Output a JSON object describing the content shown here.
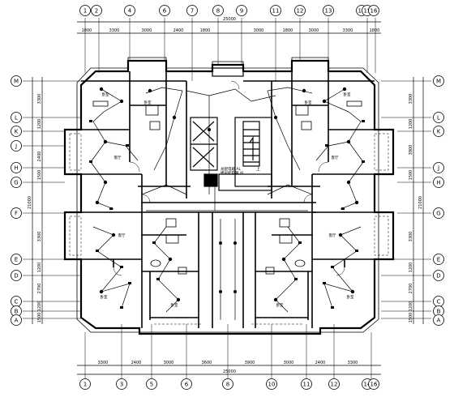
{
  "top_axes": [
    "1",
    "2",
    "4",
    "6",
    "7",
    "8",
    "9",
    "11",
    "12",
    "13",
    "14",
    "15",
    "16"
  ],
  "top_total": "25000",
  "top_dims": [
    "1800",
    "3300",
    "3000",
    "2400",
    "1800",
    "3000",
    "1800",
    "3000",
    "3300",
    "1800"
  ],
  "bottom_axes": [
    "1",
    "3",
    "5",
    "6",
    "8",
    "10",
    "11",
    "12",
    "14",
    "16"
  ],
  "bottom_total": "25000",
  "bottom_dims": [
    "3300",
    "2400",
    "3000",
    "3600",
    "3900",
    "3000",
    "2400",
    "3300"
  ],
  "left_axes": [
    "M",
    "L",
    "K",
    "J",
    "H",
    "G",
    "F",
    "E",
    "D",
    "C",
    "B",
    "A"
  ],
  "left_total": "21000",
  "left_dims": [
    "3300",
    "1200",
    "2400",
    "1500",
    "3300",
    "1200",
    "2700",
    "1200",
    "1500"
  ],
  "right_axes": [
    "M",
    "L",
    "K",
    "J",
    "H",
    "G",
    "E",
    "D",
    "C",
    "B",
    "A"
  ],
  "right_total": "21000",
  "right_dims": [
    "3300",
    "1200",
    "3900",
    "1500",
    "3300",
    "1200",
    "2700",
    "1200",
    "1500"
  ],
  "room_labels": [
    "卧室",
    "卧室",
    "客厅",
    "客厅",
    "卧室",
    "卧室",
    "客厅",
    "客厅",
    "卧室",
    "卧室",
    "卧室",
    "卧室"
  ],
  "stair_note": [
    "总配电箱 AL",
    "楼层配电箱 AL"
  ],
  "stair_up": "上"
}
